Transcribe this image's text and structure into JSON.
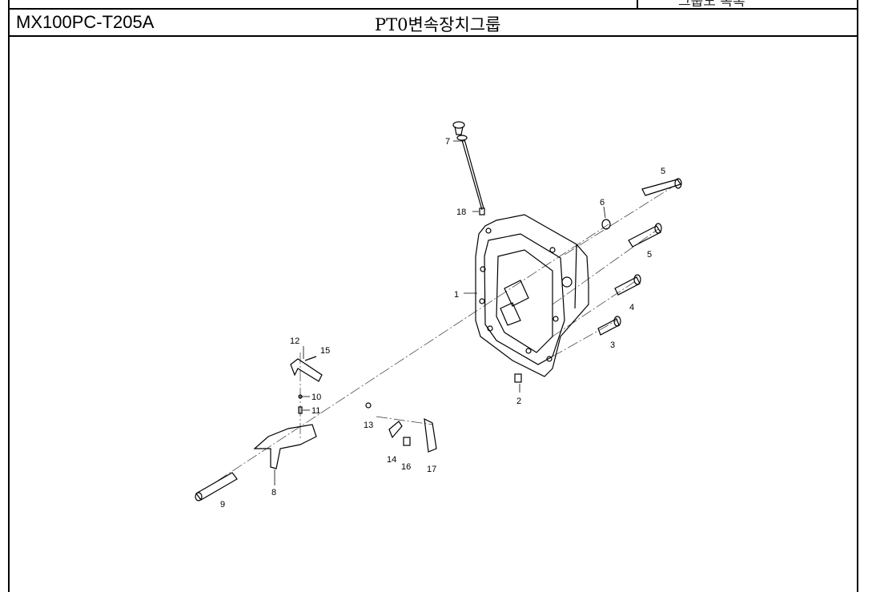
{
  "header": {
    "model_code": "MX100PC-T205A",
    "group_title": "PT0변속장치그룹",
    "top_tab_fragment": "그룹도 목록"
  },
  "callouts": [
    "1",
    "2",
    "3",
    "4",
    "5",
    "5",
    "6",
    "7",
    "8",
    "9",
    "10",
    "11",
    "12",
    "13",
    "14",
    "15",
    "16",
    "17",
    "18"
  ]
}
